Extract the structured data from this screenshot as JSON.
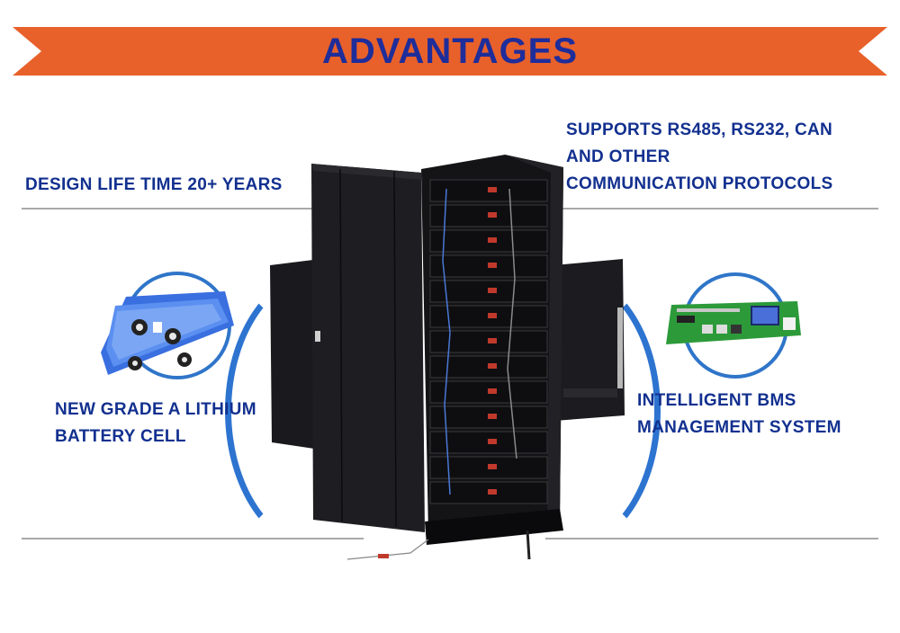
{
  "banner": {
    "title": "ADVANTAGES",
    "color": "#e8612a",
    "text_color": "#1f2d9a"
  },
  "features": {
    "design_life": {
      "lines": [
        "DESIGN LIFE TIME 20+ YEARS"
      ]
    },
    "protocols": {
      "lines": [
        "SUPPORTS RS485, RS232, CAN",
        "AND OTHER",
        "COMMUNICATION PROTOCOLS"
      ]
    },
    "lithium_cell": {
      "lines": [
        "NEW GRADE A LITHIUM",
        "BATTERY CELL"
      ]
    },
    "bms": {
      "lines": [
        "INTELLIGENT BMS",
        "MANAGEMENT SYSTEM"
      ]
    }
  },
  "colors": {
    "text": "#12308f",
    "circle_border": "#2f75c9",
    "rule": "#a9a9a9",
    "cabinet": "#1b1b1f"
  },
  "icons": [
    "battery-cell-icon",
    "bms-board-icon",
    "battery-cabinet-icon"
  ]
}
